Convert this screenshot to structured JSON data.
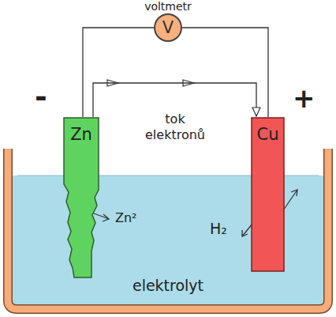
{
  "diagram": {
    "nodes": [
      {
        "text": [
          "voltmetr",
          "V"
        ]
      },
      {
        "text": [
          "Zn"
        ]
      },
      {
        "text": [
          "Cu"
        ]
      },
      {
        "text": [
          "elektrolyt"
        ]
      }
    ],
    "edges": [
      {
        "from": 1,
        "to": 0,
        "arrow": "none"
      },
      {
        "from": 0,
        "to": 2,
        "arrow": "none"
      },
      {
        "from": 1,
        "to": 2,
        "arrow": "to",
        "label": "tok elektronů"
      }
    ],
    "labels": [
      "-",
      "+",
      "Zn²",
      "H₂"
    ]
  }
}
